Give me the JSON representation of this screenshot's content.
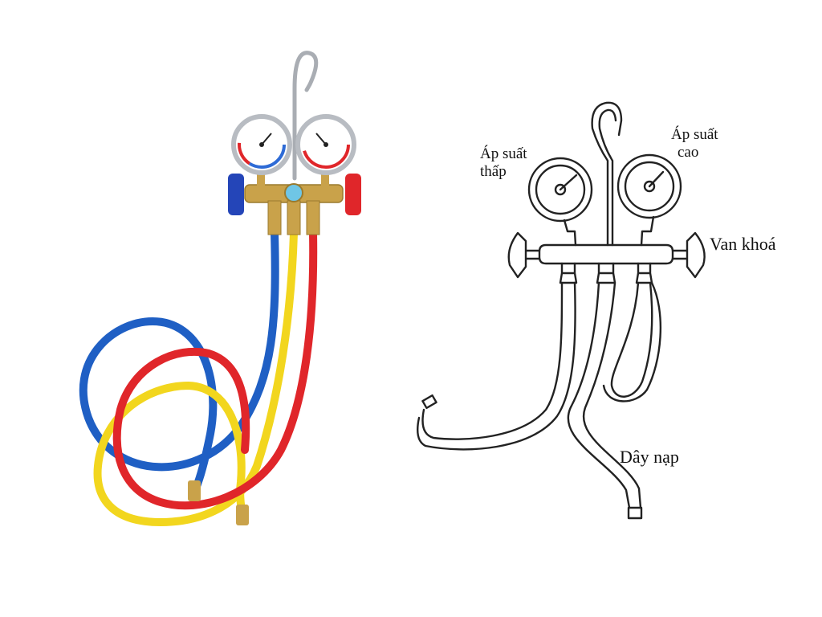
{
  "labels": {
    "low_pressure": [
      "Áp suất",
      "thấp"
    ],
    "high_pressure": [
      "Áp suất",
      "cao"
    ],
    "valve": "Van khoá",
    "charging_hose": "Dây nạp"
  },
  "colors": {
    "low_side": "#1f5fc4",
    "high_side": "#e0262a",
    "charging_hose": "#f2d61e",
    "brass": "#c9a24a",
    "line_art": "#222222"
  },
  "icons": [
    "manifold-gauge-photo",
    "manifold-gauge-line-drawing"
  ]
}
